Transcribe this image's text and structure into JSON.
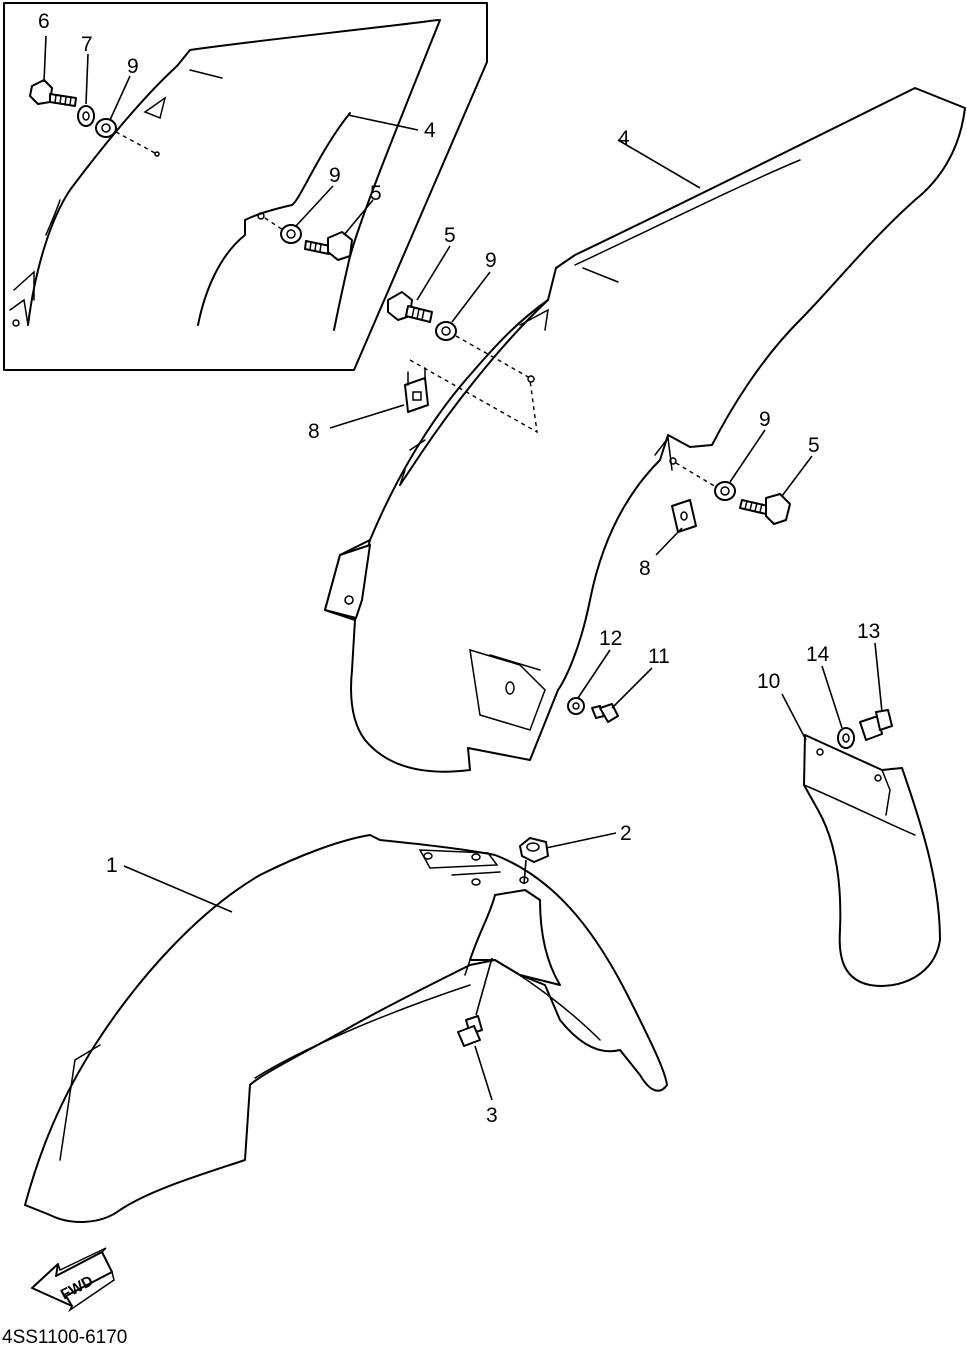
{
  "diagram": {
    "drawing_code": "4SS1100-6170",
    "direction_label": "FWD",
    "callouts": [
      {
        "id": "c6",
        "text": "6"
      },
      {
        "id": "c7",
        "text": "7"
      },
      {
        "id": "c9a",
        "text": "9"
      },
      {
        "id": "c4a",
        "text": "4"
      },
      {
        "id": "c9b",
        "text": "9"
      },
      {
        "id": "c5a",
        "text": "5"
      },
      {
        "id": "c4b",
        "text": "4"
      },
      {
        "id": "c5b",
        "text": "5"
      },
      {
        "id": "c9c",
        "text": "9"
      },
      {
        "id": "c8a",
        "text": "8"
      },
      {
        "id": "c9d",
        "text": "9"
      },
      {
        "id": "c5c",
        "text": "5"
      },
      {
        "id": "c8b",
        "text": "8"
      },
      {
        "id": "c12",
        "text": "12"
      },
      {
        "id": "c11",
        "text": "11"
      },
      {
        "id": "c13",
        "text": "13"
      },
      {
        "id": "c14",
        "text": "14"
      },
      {
        "id": "c10",
        "text": "10"
      },
      {
        "id": "c2",
        "text": "2"
      },
      {
        "id": "c1",
        "text": "1"
      },
      {
        "id": "c3",
        "text": "3"
      }
    ]
  }
}
